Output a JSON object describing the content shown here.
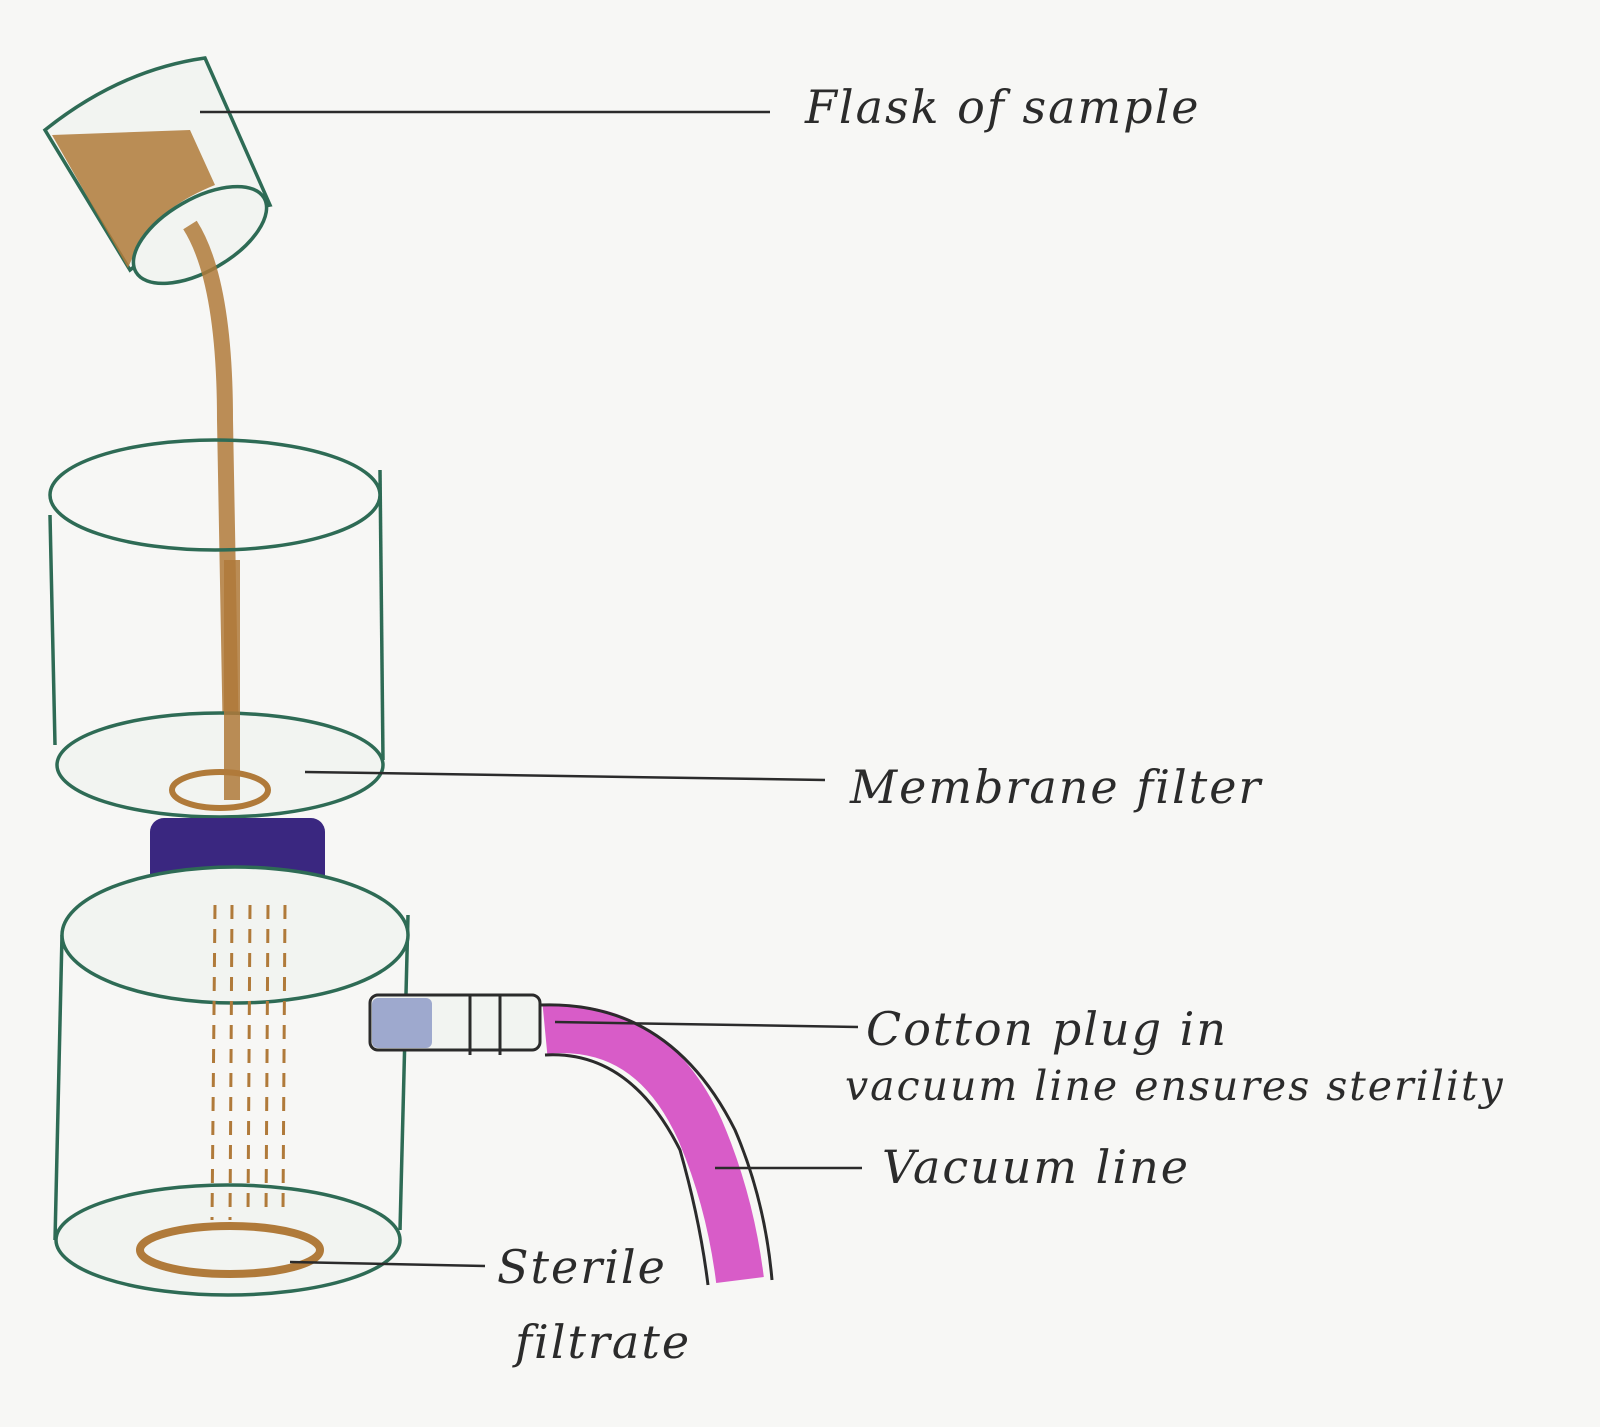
{
  "labels": {
    "flask": "Flask of sample",
    "membrane": "Membrane filter",
    "cotton_line1": "Cotton plug in",
    "cotton_line2": "vacuum line ensures sterility",
    "vacuum": "Vacuum line",
    "sterile_line1": "Sterile",
    "sterile_line2": "filtrate"
  },
  "colors": {
    "glass": "#2e6b55",
    "sample": "#b07a3a",
    "clamp": "#3a2780",
    "tube": "#d85cc8",
    "plug": "#5a6bb0",
    "ink": "#2b2b2b"
  }
}
